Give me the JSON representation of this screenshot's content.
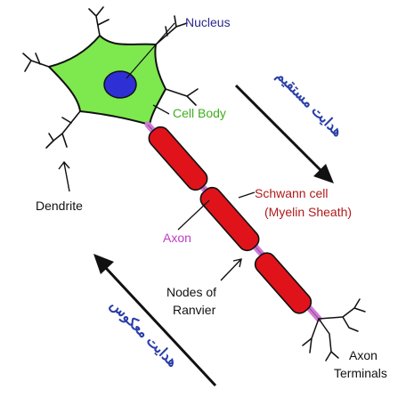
{
  "labels": {
    "nucleus": "Nucleus",
    "cell_body": "Cell Body",
    "schwann_cell": "Schwann cell",
    "myelin_sheath": "(Myelin Sheath)",
    "dendrite": "Dendrite",
    "axon": "Axon",
    "nodes_of": "Nodes of",
    "ranvier": "Ranvier",
    "axon_terminals_1": "Axon",
    "axon_terminals_2": "Terminals",
    "direct_conduction": "هدایت مستقیم",
    "reverse_conduction": "هدایت معکوس"
  },
  "colors": {
    "cell_body": "#7ee84f",
    "nucleus": "#2f2fd6",
    "nucleus_label": "#2a2a8c",
    "cell_body_label": "#3fae1e",
    "myelin": "#e0131b",
    "myelin_label": "#b01a1a",
    "axon": "#d27ad8",
    "axon_label": "#c03cc4",
    "arrow": "#111111",
    "persian_text": "#2a3ea8"
  }
}
